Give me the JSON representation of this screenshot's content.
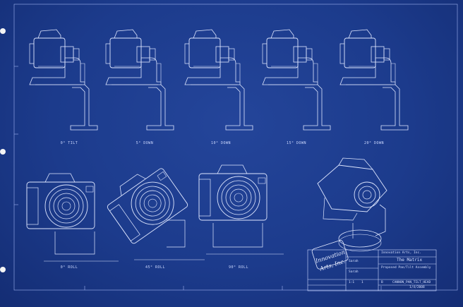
{
  "drawing": {
    "colors": {
      "paper": "#1c3b8c",
      "line": "#dfe7ff"
    },
    "captions": {
      "tilt": [
        "0° TILT",
        "5° DOWN",
        "10° DOWN",
        "15° DOWN",
        "20° DOWN"
      ],
      "roll": [
        "0° ROLL",
        "45° ROLL",
        "90° ROLL"
      ]
    },
    "title_block": {
      "company_top": "Innovation Arts, Inc.",
      "project": "The Matrix",
      "drawn_by": "Sarah",
      "checked_by": "Sarah",
      "title": "Proposed Pan/Tilt Assembly",
      "drawing_number": "CANNON_PAN_TILT_HEAD",
      "scale": "1:1",
      "size": "B",
      "sheet": "1",
      "misc_id": "1/4/2008"
    },
    "logo": {
      "line1": "Innovation",
      "line2": "Arts, Inc."
    }
  }
}
